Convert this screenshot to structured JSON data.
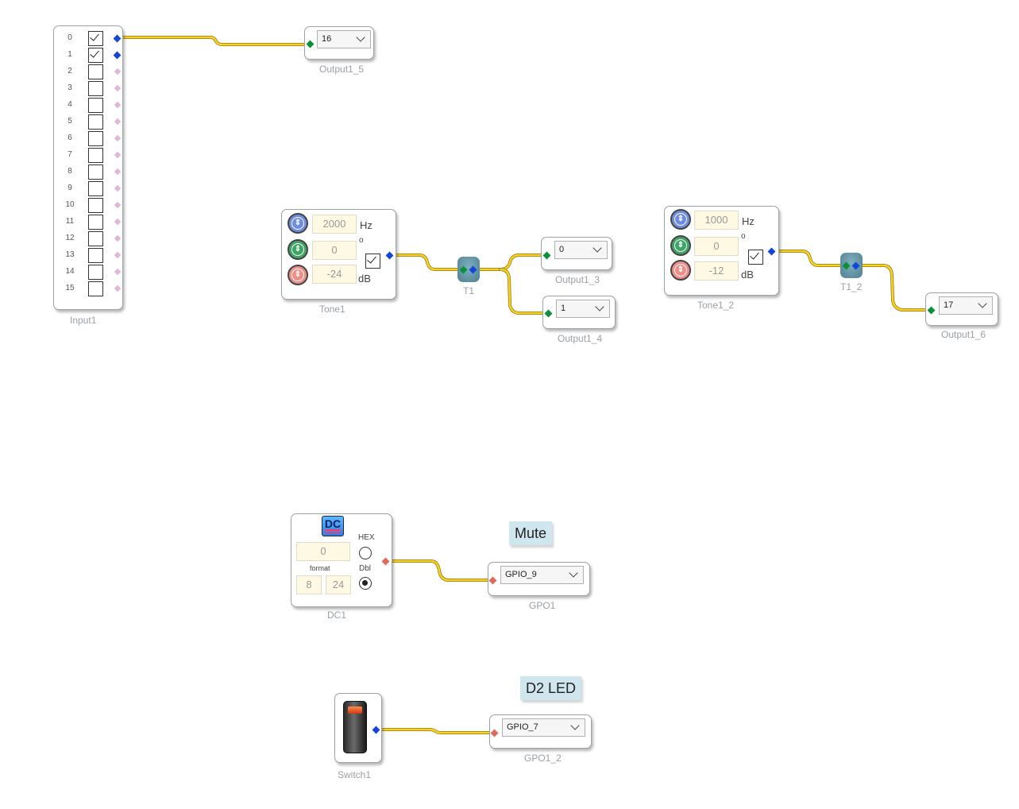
{
  "input1": {
    "caption": "Input1",
    "rows": [
      {
        "n": "0",
        "checked": true
      },
      {
        "n": "1",
        "checked": true
      },
      {
        "n": "2",
        "checked": false
      },
      {
        "n": "3",
        "checked": false
      },
      {
        "n": "4",
        "checked": false
      },
      {
        "n": "5",
        "checked": false
      },
      {
        "n": "6",
        "checked": false
      },
      {
        "n": "7",
        "checked": false
      },
      {
        "n": "8",
        "checked": false
      },
      {
        "n": "9",
        "checked": false
      },
      {
        "n": "10",
        "checked": false
      },
      {
        "n": "11",
        "checked": false
      },
      {
        "n": "12",
        "checked": false
      },
      {
        "n": "13",
        "checked": false
      },
      {
        "n": "14",
        "checked": false
      },
      {
        "n": "15",
        "checked": false
      }
    ]
  },
  "output1_5": {
    "value": "16",
    "caption": "Output1_5"
  },
  "tone1": {
    "freq": "2000",
    "freq_unit": "Hz",
    "phase": "0",
    "phase_unit": "o",
    "gain": "-24",
    "gain_unit": "dB",
    "enabled": true,
    "caption": "Tone1"
  },
  "t1": {
    "caption": "T1"
  },
  "output1_3": {
    "value": "0",
    "caption": "Output1_3"
  },
  "output1_4": {
    "value": "1",
    "caption": "Output1_4"
  },
  "tone1_2": {
    "freq": "1000",
    "freq_unit": "Hz",
    "phase": "0",
    "phase_unit": "o",
    "gain": "-12",
    "gain_unit": "dB",
    "enabled": true,
    "caption": "Tone1_2"
  },
  "t1_2": {
    "caption": "T1_2"
  },
  "output1_6": {
    "value": "17",
    "caption": "Output1_6"
  },
  "dc1": {
    "icon_text": "DC",
    "value": "0",
    "hex_label": "HEX",
    "dbl_label": "Dbl",
    "format_label": "format",
    "format_a": "8",
    "format_b": "24",
    "hex_selected": false,
    "dbl_selected": true,
    "caption": "DC1"
  },
  "mute_label": "Mute",
  "gpo1": {
    "value": "GPIO_9",
    "caption": "GPO1"
  },
  "d2_led_label": "D2 LED",
  "switch1": {
    "caption": "Switch1"
  },
  "gpo1_2": {
    "value": "GPIO_7",
    "caption": "GPO1_2"
  },
  "colors": {
    "wire": "#ffd21a",
    "output_pin": "#1246d8",
    "input_pin": "#0a8f3a",
    "field_bg": "#fdf9e2",
    "label_bg": "#cfe6ef"
  }
}
